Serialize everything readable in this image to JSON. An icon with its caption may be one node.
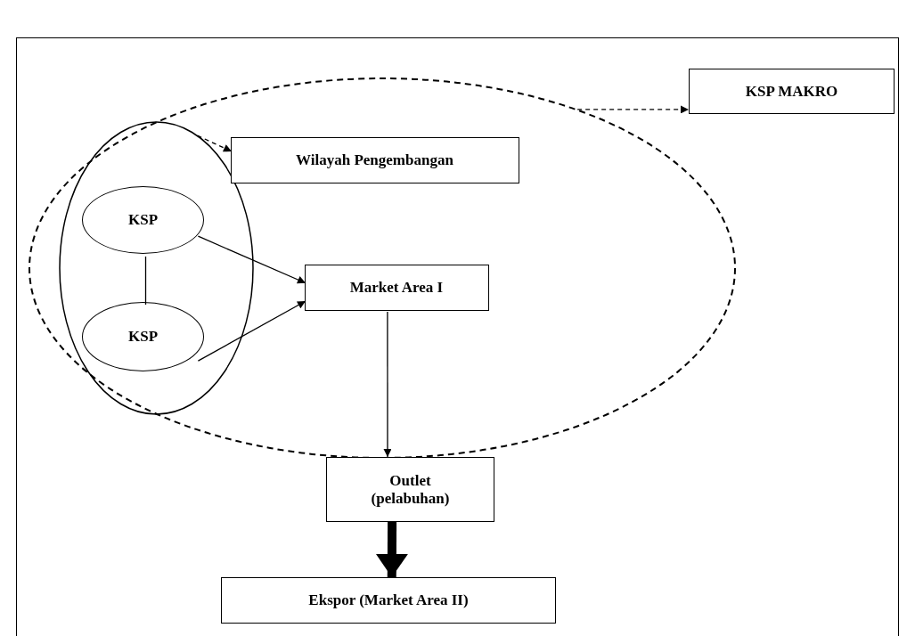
{
  "diagram": {
    "nodes": [
      {
        "text": [],
        "shape": "ellipse"
      },
      {
        "text": [
          "KSP MAKRO"
        ]
      },
      {
        "text": [],
        "shape": "ellipse",
        "in": 0
      },
      {
        "text": [
          "Wilayah Pengembangan"
        ],
        "in": 0
      },
      {
        "text": [
          "KSP"
        ],
        "in": 2
      },
      {
        "text": [
          "KSP"
        ],
        "in": 2
      },
      {
        "text": [
          "Market Area I"
        ],
        "in": 0
      },
      {
        "text": [
          "Outlet (pelabuhan)"
        ]
      },
      {
        "text": [
          "Ekspor (Market Area II)"
        ]
      }
    ],
    "edges": [
      {
        "from": 0,
        "to": 1,
        "arrow": "to",
        "style": "dashed"
      },
      {
        "from": 2,
        "to": 3,
        "arrow": "to",
        "style": "dashed"
      },
      {
        "from": 4,
        "to": 6,
        "arrow": "to"
      },
      {
        "from": 5,
        "to": 6,
        "arrow": "to"
      },
      {
        "from": 4,
        "to": 5,
        "arrow": "none"
      },
      {
        "from": 6,
        "to": 7,
        "arrow": "to"
      },
      {
        "from": 7,
        "to": 8,
        "arrow": "to",
        "style": "thick"
      }
    ]
  }
}
